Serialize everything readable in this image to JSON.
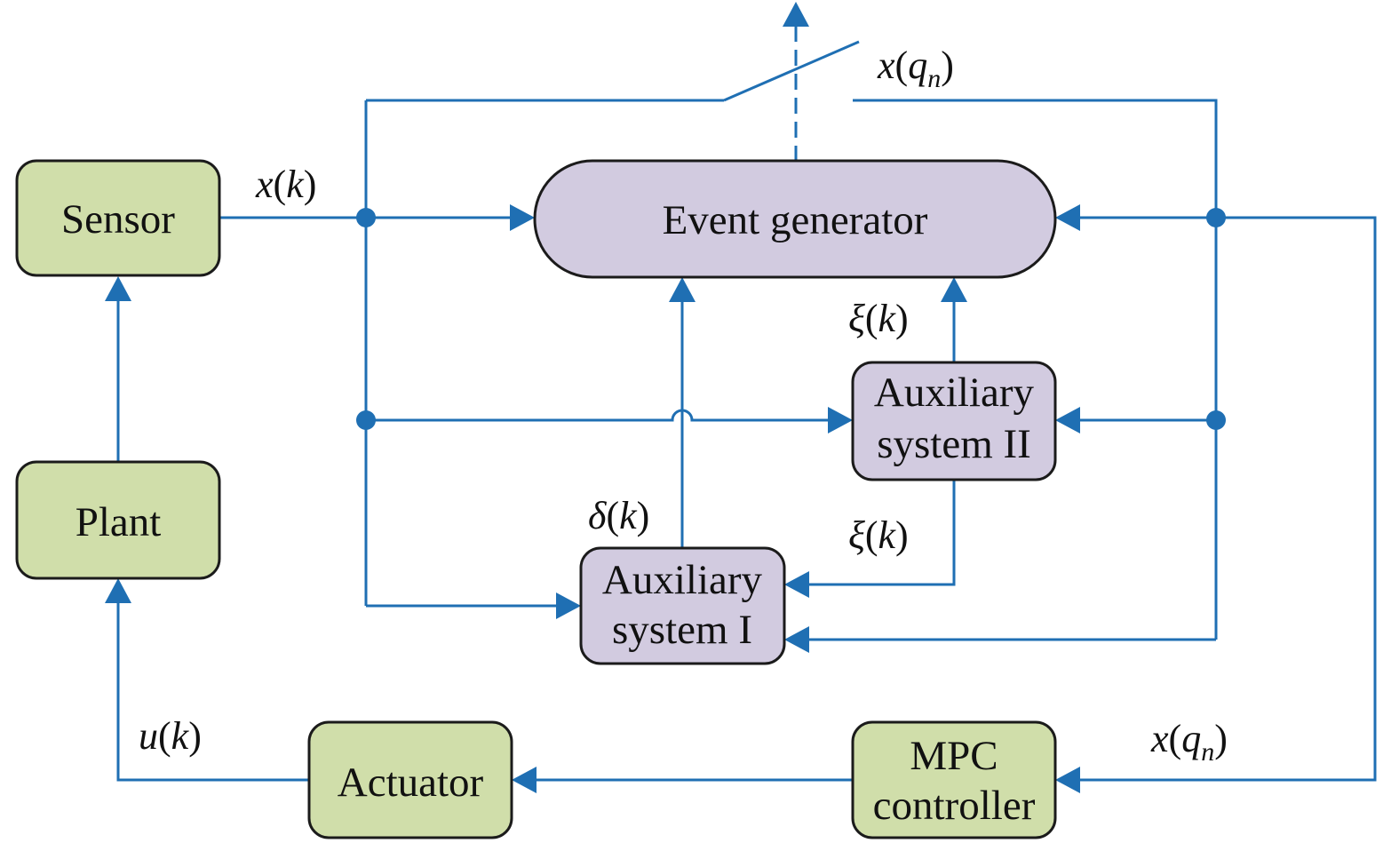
{
  "blocks": {
    "sensor": "Sensor",
    "plant": "Plant",
    "actuator": "Actuator",
    "event_generator": "Event generator",
    "aux2_line1": "Auxiliary",
    "aux2_line2": "system II",
    "aux1_line1": "Auxiliary",
    "aux1_line2": "system I",
    "mpc_line1": "MPC",
    "mpc_line2": "controller"
  },
  "signals": {
    "xk": {
      "fn": "x",
      "open": "(",
      "arg": "k",
      "close": ")"
    },
    "xq_top": {
      "fn": "x",
      "open": "(",
      "arg": "q",
      "sub": "n",
      "close": ")"
    },
    "xq_bottom": {
      "fn": "x",
      "open": "(",
      "arg": "q",
      "sub": "n",
      "close": ")"
    },
    "xi_upper": {
      "fn": "ξ",
      "open": "(",
      "arg": "k",
      "close": ")"
    },
    "xi_lower": {
      "fn": "ξ",
      "open": "(",
      "arg": "k",
      "close": ")"
    },
    "delta": {
      "fn": "δ",
      "open": "(",
      "arg": "k",
      "close": ")"
    },
    "uk": {
      "fn": "u",
      "open": "(",
      "arg": "k",
      "close": ")"
    }
  },
  "colors": {
    "wire": "#1f6fb3",
    "green_block": "#d0deaa",
    "purple_block": "#d2cbe0",
    "border": "#1b1b1b"
  }
}
